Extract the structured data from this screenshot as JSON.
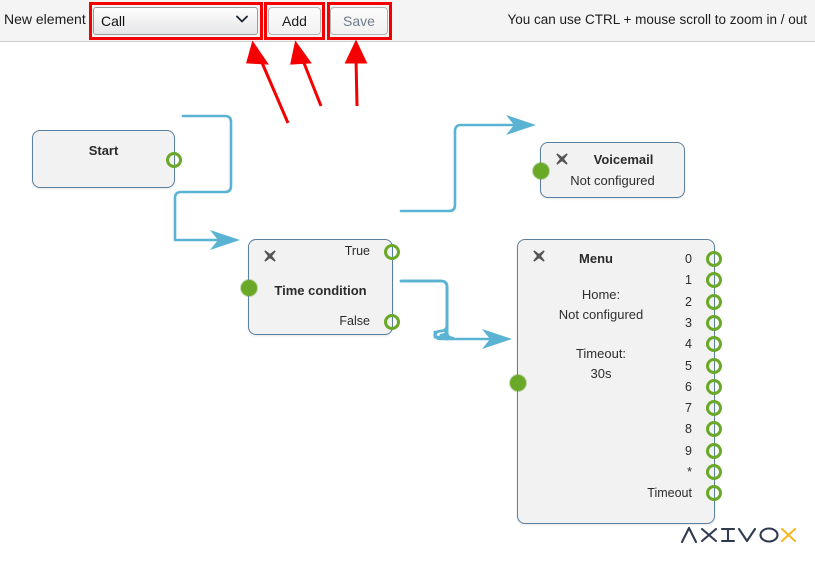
{
  "toolbar": {
    "label": "New element",
    "select": {
      "name": "element-type-select",
      "value": "Call",
      "options": [
        "Call"
      ],
      "icon": "chevron-down-icon"
    },
    "add_label": "Add",
    "save_label": "Save",
    "hint": "You can use CTRL + mouse scroll to zoom in / out"
  },
  "annotations": {
    "highlight_color": "#f50000",
    "arrow_color": "#f50000",
    "boxes": [
      "element-type-select",
      "add-button",
      "save-button"
    ],
    "arrows": 3
  },
  "colors": {
    "node_border": "#5b7f9e",
    "node_fill": "#f2f2f2",
    "port_green": "#69a927",
    "wire_blue": "#5bb3d4",
    "toolbar_bg": "#f4f4f4",
    "logo_dark": "#303b51",
    "logo_accent": "#f5b820"
  },
  "nodes": {
    "start": {
      "title": "Start",
      "outputs": [
        {
          "label": "",
          "name": "start-output-port"
        }
      ]
    },
    "time_condition": {
      "title": "Time condition",
      "close_icon": "close-icon",
      "inputs": [
        {
          "name": "time-condition-input-port"
        }
      ],
      "outputs": [
        {
          "label": "True",
          "name": "time-condition-output-true"
        },
        {
          "label": "False",
          "name": "time-condition-output-false"
        }
      ]
    },
    "voicemail": {
      "title": "Voicemail",
      "subtitle": "Not configured",
      "close_icon": "close-icon",
      "inputs": [
        {
          "name": "voicemail-input-port"
        }
      ]
    },
    "menu": {
      "title": "Menu",
      "close_icon": "close-icon",
      "home_label": "Home:",
      "home_value": "Not configured",
      "timeout_label": "Timeout:",
      "timeout_value": "30s",
      "inputs": [
        {
          "name": "menu-input-port"
        }
      ],
      "outputs": [
        {
          "label": "0"
        },
        {
          "label": "1"
        },
        {
          "label": "2"
        },
        {
          "label": "3"
        },
        {
          "label": "4"
        },
        {
          "label": "5"
        },
        {
          "label": "6"
        },
        {
          "label": "7"
        },
        {
          "label": "8"
        },
        {
          "label": "9"
        },
        {
          "label": "*"
        },
        {
          "label": "Timeout"
        }
      ]
    }
  },
  "logo": {
    "text": "AXIVOX",
    "name": "axivox-logo"
  }
}
